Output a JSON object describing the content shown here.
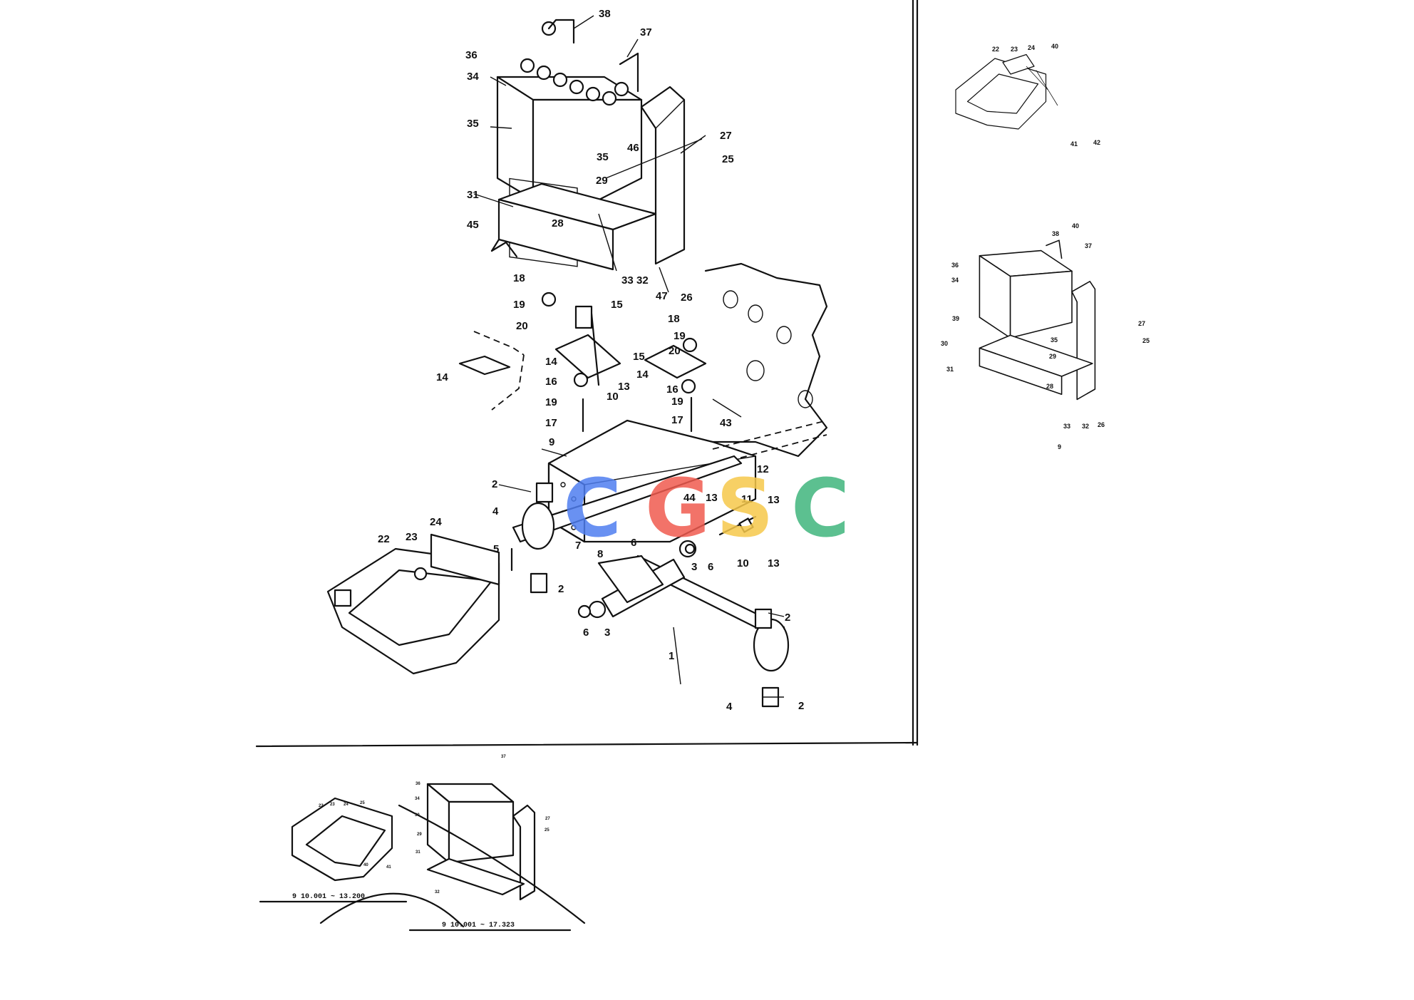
{
  "diagram": {
    "callouts_main": [
      "38",
      "36",
      "37",
      "34",
      "35",
      "46",
      "35",
      "27",
      "25",
      "29",
      "31",
      "28",
      "45",
      "33",
      "32",
      "47",
      "26",
      "18",
      "19",
      "15",
      "20",
      "14",
      "16",
      "19",
      "17",
      "18",
      "19",
      "20",
      "15",
      "14",
      "16",
      "13",
      "10",
      "19",
      "17",
      "43",
      "9",
      "12",
      "2",
      "44",
      "13",
      "11",
      "13",
      "4",
      "5",
      "7",
      "8",
      "6",
      "3",
      "6",
      "10",
      "13",
      "24",
      "22",
      "23",
      "2",
      "6",
      "3",
      "1",
      "2",
      "4",
      "2",
      "14"
    ],
    "callouts_inset_top": [
      "22",
      "23",
      "24",
      "40",
      "41",
      "42"
    ],
    "callouts_inset_right": [
      "38",
      "40",
      "37",
      "36",
      "34",
      "30",
      "39",
      "27",
      "25",
      "35",
      "29",
      "28",
      "33",
      "32",
      "26",
      "31",
      "9"
    ],
    "callouts_inset_bottom": [
      "22",
      "23",
      "24",
      "25",
      "40",
      "41",
      "37",
      "36",
      "34",
      "30",
      "27",
      "25",
      "29",
      "31",
      "32"
    ],
    "caption_left": "9 10.001 ~ 13.200",
    "caption_center": "9 10.001 ~ 17.323",
    "watermark": {
      "letters": [
        "C",
        "G",
        "S",
        "C"
      ],
      "colors": [
        "#4f7ef0",
        "#f05a4f",
        "#f6c84a",
        "#3fb57d"
      ]
    }
  }
}
